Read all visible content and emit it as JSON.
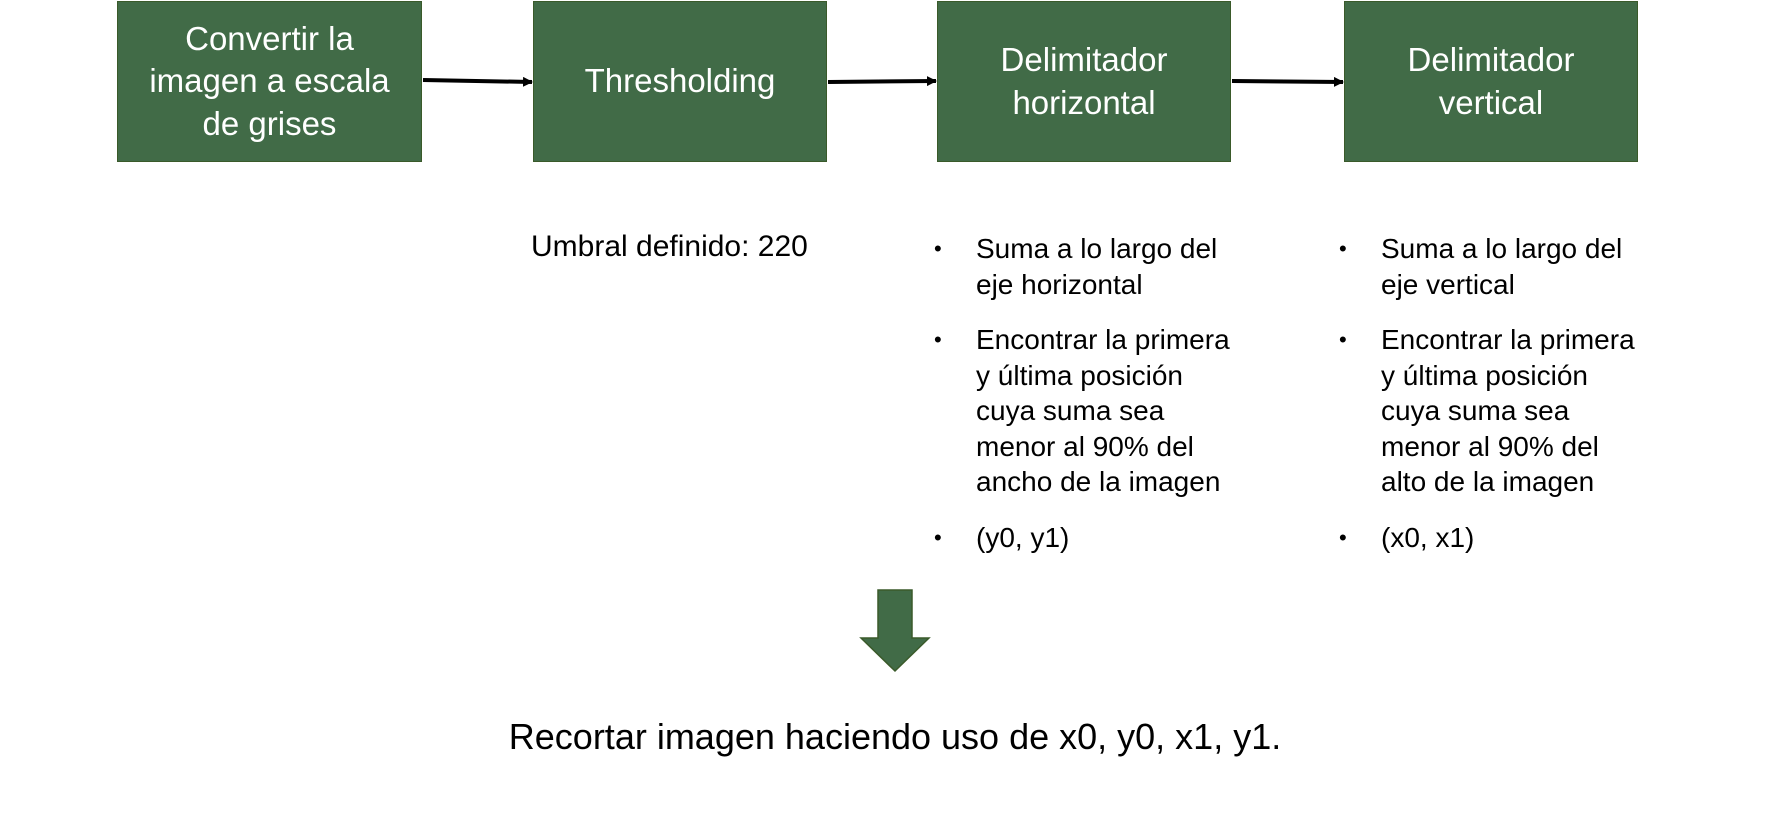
{
  "steps": [
    {
      "label": "Convertir la\nimagen a escala\nde grises"
    },
    {
      "label": "Thresholding"
    },
    {
      "label": "Delimitador\nhorizontal"
    },
    {
      "label": "Delimitador\nvertical"
    }
  ],
  "threshold": {
    "note": "Umbral definido: 220"
  },
  "horizontal_delimiter": {
    "items": [
      "Suma a lo largo del\neje horizontal",
      "Encontrar la primera\ny última posición\ncuya suma sea\nmenor al 90% del\nancho de la imagen",
      "(y0, y1)"
    ]
  },
  "vertical_delimiter": {
    "items": [
      "Suma a lo largo del\neje vertical",
      "Encontrar la primera\ny última posición\ncuya suma sea\nmenor al 90% del\nalto de la imagen",
      "(x0, x1)"
    ]
  },
  "result": {
    "text": "Recortar imagen haciendo uso de x0, y0, x1, y1."
  },
  "colors": {
    "box_fill": "#416b47",
    "box_border": "#3a5a2a",
    "box_text": "#ffffff",
    "arrow": "#000000"
  }
}
